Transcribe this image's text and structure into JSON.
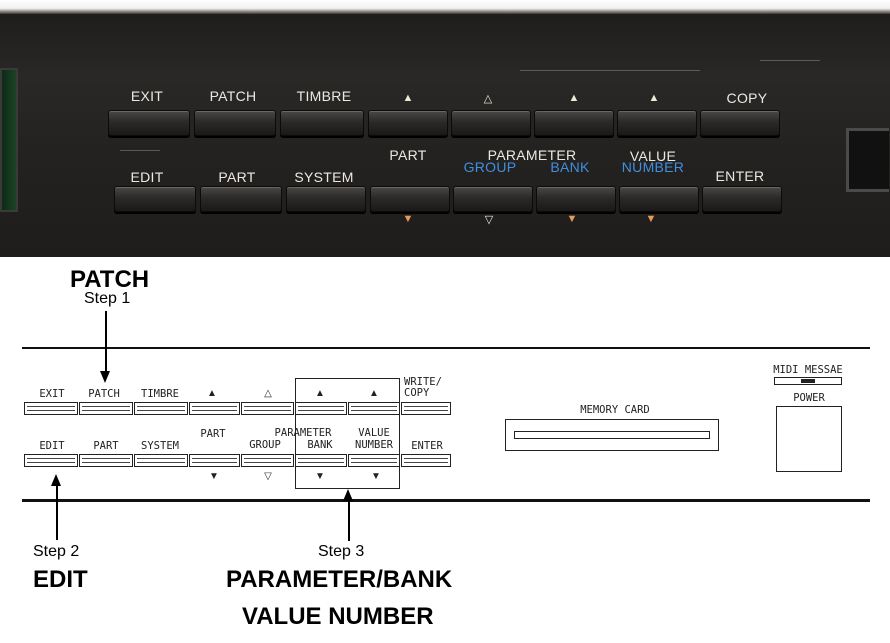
{
  "photo": {
    "top_row": [
      {
        "key": "exit",
        "label": "EXIT"
      },
      {
        "key": "patch",
        "label": "PATCH"
      },
      {
        "key": "timbre",
        "label": "TIMBRE"
      },
      {
        "key": "part_up",
        "label": "▲"
      },
      {
        "key": "param_group_up",
        "label": "△"
      },
      {
        "key": "param_bank_up",
        "label": "▲"
      },
      {
        "key": "value_up",
        "label": "▲"
      },
      {
        "key": "copy",
        "label": "COPY"
      }
    ],
    "bottom_row": [
      {
        "key": "edit",
        "label": "EDIT"
      },
      {
        "key": "part",
        "label": "PART"
      },
      {
        "key": "system",
        "label": "SYSTEM"
      },
      {
        "key": "part_down",
        "label": "▼"
      },
      {
        "key": "param_group_down",
        "label": "▽"
      },
      {
        "key": "param_bank_down",
        "label": "▼"
      },
      {
        "key": "value_down",
        "label": "▼"
      },
      {
        "key": "enter",
        "label": "ENTER"
      }
    ],
    "group_labels": {
      "part": "PART",
      "parameter": "PARAMETER",
      "group": "GROUP",
      "bank": "BANK",
      "value": "VALUE",
      "number": "NUMBER"
    },
    "colors": {
      "label_blue": "#3f8fe0",
      "arrow_orange": "#e79a58"
    }
  },
  "diagram": {
    "top_labels": {
      "exit": "EXIT",
      "patch": "PATCH",
      "timbre": "TIMBRE",
      "part_up": "▲",
      "group_up": "△",
      "bank_up": "▲",
      "value_up": "▲",
      "write": "WRITE/",
      "copy": "COPY"
    },
    "bottom_labels": {
      "part": "PART",
      "parameter": "PARAMETER",
      "edit": "EDIT",
      "part2": "PART",
      "system": "SYSTEM",
      "group": "GROUP",
      "bank": "BANK",
      "value": "VALUE",
      "number": "NUMBER",
      "enter": "ENTER",
      "part_down": "▼",
      "group_down": "▽",
      "bank_down": "▼",
      "value_down": "▼"
    },
    "memory_card": "MEMORY CARD",
    "midi": "MIDI MESSAE",
    "power": "POWER"
  },
  "steps": {
    "step1_title": "PATCH",
    "step1": "Step 1",
    "step2": "Step 2",
    "step2_title": "EDIT",
    "step3": "Step 3",
    "step3_title_1": "PARAMETER/BANK",
    "step3_title_2": "VALUE NUMBER"
  }
}
